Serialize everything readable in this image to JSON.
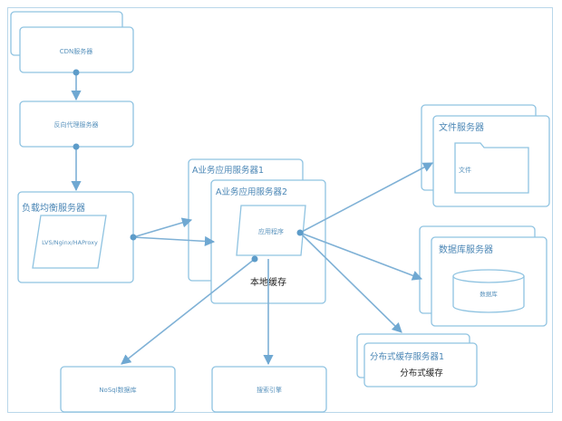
{
  "diagram": {
    "nodes": {
      "cdn": "CDN服务器",
      "reverse_proxy": "反向代理服务器",
      "load_balancer": "负载均衡服务器",
      "lvs": "LVS/Nginx/HAProxy",
      "app_server_1": "A业务应用服务器1",
      "app_server_2": "A业务应用服务器2",
      "app_program": "应用程序",
      "local_cache": "本地缓存",
      "file_server": "文件服务器",
      "file": "文件",
      "db_server": "数据库服务器",
      "database": "数据库",
      "dist_cache_server": "分布式缓存服务器1",
      "dist_cache": "分布式缓存",
      "nosql": "NoSql数据库",
      "search": "搜索引擎"
    }
  }
}
